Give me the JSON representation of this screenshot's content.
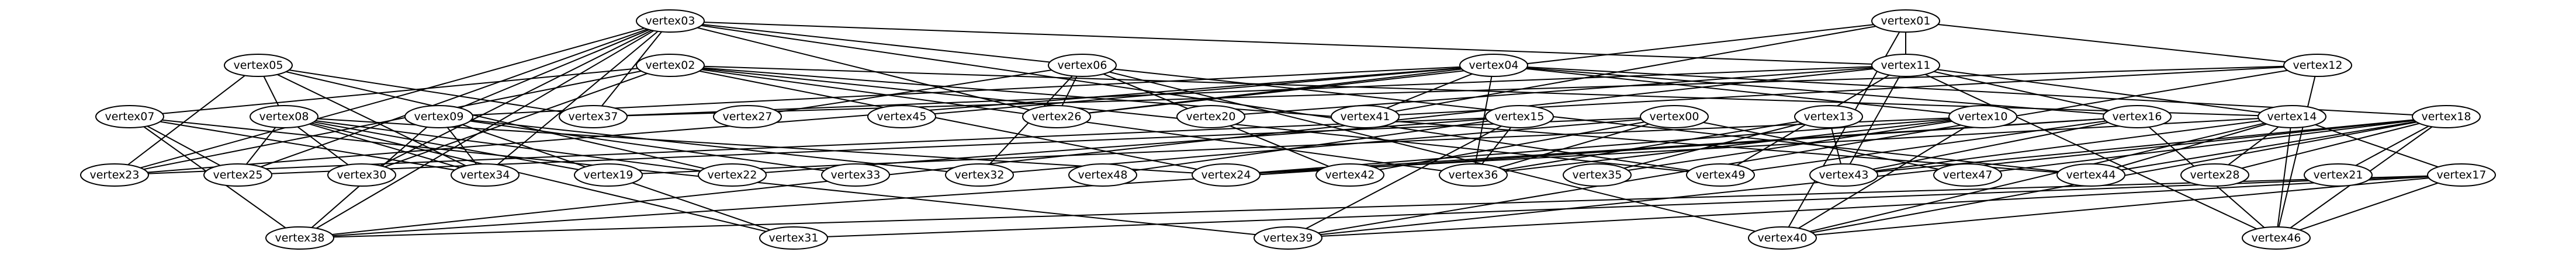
{
  "graph": {
    "directed": false,
    "nodes": [
      "vertex00",
      "vertex01",
      "vertex02",
      "vertex03",
      "vertex04",
      "vertex05",
      "vertex06",
      "vertex07",
      "vertex08",
      "vertex09",
      "vertex10",
      "vertex11",
      "vertex12",
      "vertex13",
      "vertex14",
      "vertex15",
      "vertex16",
      "vertex17",
      "vertex18",
      "vertex19",
      "vertex20",
      "vertex21",
      "vertex22",
      "vertex23",
      "vertex24",
      "vertex25",
      "vertex26",
      "vertex27",
      "vertex28",
      "vertex30",
      "vertex31",
      "vertex32",
      "vertex33",
      "vertex34",
      "vertex35",
      "vertex36",
      "vertex37",
      "vertex38",
      "vertex39",
      "vertex40",
      "vertex41",
      "vertex42",
      "vertex43",
      "vertex44",
      "vertex45",
      "vertex46",
      "vertex47",
      "vertex48",
      "vertex49"
    ],
    "edges": [
      [
        "vertex03",
        "vertex23"
      ],
      [
        "vertex03",
        "vertex25"
      ],
      [
        "vertex03",
        "vertex30"
      ],
      [
        "vertex03",
        "vertex37"
      ],
      [
        "vertex03",
        "vertex09"
      ],
      [
        "vertex03",
        "vertex11"
      ],
      [
        "vertex03",
        "vertex26"
      ],
      [
        "vertex03",
        "vertex44"
      ],
      [
        "vertex03",
        "vertex49"
      ],
      [
        "vertex03",
        "vertex38"
      ],
      [
        "vertex03",
        "vertex34"
      ],
      [
        "vertex01",
        "vertex11"
      ],
      [
        "vertex01",
        "vertex12"
      ],
      [
        "vertex01",
        "vertex41"
      ],
      [
        "vertex01",
        "vertex26"
      ],
      [
        "vertex01",
        "vertex40"
      ],
      [
        "vertex12",
        "vertex41"
      ],
      [
        "vertex12",
        "vertex39"
      ],
      [
        "vertex12",
        "vertex46"
      ],
      [
        "vertex12",
        "vertex37"
      ],
      [
        "vertex11",
        "vertex16"
      ],
      [
        "vertex11",
        "vertex14"
      ],
      [
        "vertex11",
        "vertex20"
      ],
      [
        "vertex11",
        "vertex38"
      ],
      [
        "vertex11",
        "vertex49"
      ],
      [
        "vertex11",
        "vertex46"
      ],
      [
        "vertex11",
        "vertex43"
      ],
      [
        "vertex11",
        "vertex37"
      ],
      [
        "vertex05",
        "vertex08"
      ],
      [
        "vertex05",
        "vertex34"
      ],
      [
        "vertex05",
        "vertex37"
      ],
      [
        "vertex05",
        "vertex23"
      ],
      [
        "vertex05",
        "vertex22"
      ],
      [
        "vertex02",
        "vertex07"
      ],
      [
        "vertex02",
        "vertex23"
      ],
      [
        "vertex02",
        "vertex36"
      ],
      [
        "vertex02",
        "vertex30"
      ],
      [
        "vertex02",
        "vertex24"
      ],
      [
        "vertex02",
        "vertex14"
      ],
      [
        "vertex02",
        "vertex44"
      ],
      [
        "vertex02",
        "vertex49"
      ],
      [
        "vertex06",
        "vertex27"
      ],
      [
        "vertex06",
        "vertex32"
      ],
      [
        "vertex06",
        "vertex42"
      ],
      [
        "vertex06",
        "vertex26"
      ],
      [
        "vertex06",
        "vertex40"
      ],
      [
        "vertex04",
        "vertex09"
      ],
      [
        "vertex04",
        "vertex26"
      ],
      [
        "vertex04",
        "vertex16"
      ],
      [
        "vertex04",
        "vertex45"
      ],
      [
        "vertex04",
        "vertex36"
      ],
      [
        "vertex04",
        "vertex10"
      ],
      [
        "vertex04",
        "vertex18"
      ],
      [
        "vertex04",
        "vertex41"
      ],
      [
        "vertex04",
        "vertex23"
      ],
      [
        "vertex07",
        "vertex25"
      ],
      [
        "vertex07",
        "vertex34"
      ],
      [
        "vertex07",
        "vertex38"
      ],
      [
        "vertex07",
        "vertex39"
      ],
      [
        "vertex08",
        "vertex25"
      ],
      [
        "vertex08",
        "vertex30"
      ],
      [
        "vertex08",
        "vertex34"
      ],
      [
        "vertex08",
        "vertex19"
      ],
      [
        "vertex08",
        "vertex22"
      ],
      [
        "vertex08",
        "vertex31"
      ],
      [
        "vertex08",
        "vertex24"
      ],
      [
        "vertex09",
        "vertex33"
      ],
      [
        "vertex09",
        "vertex32"
      ],
      [
        "vertex09",
        "vertex31"
      ],
      [
        "vertex09",
        "vertex38"
      ],
      [
        "vertex09",
        "vertex34"
      ],
      [
        "vertex15",
        "vertex23"
      ],
      [
        "vertex15",
        "vertex48"
      ],
      [
        "vertex15",
        "vertex36"
      ],
      [
        "vertex15",
        "vertex39"
      ],
      [
        "vertex15",
        "vertex22"
      ],
      [
        "vertex00",
        "vertex25"
      ],
      [
        "vertex00",
        "vertex36"
      ],
      [
        "vertex00",
        "vertex42"
      ],
      [
        "vertex00",
        "vertex32"
      ],
      [
        "vertex00",
        "vertex47"
      ],
      [
        "vertex13",
        "vertex35"
      ],
      [
        "vertex13",
        "vertex43"
      ],
      [
        "vertex13",
        "vertex36"
      ],
      [
        "vertex10",
        "vertex24"
      ],
      [
        "vertex10",
        "vertex35"
      ],
      [
        "vertex10",
        "vertex40"
      ],
      [
        "vertex10",
        "vertex36"
      ],
      [
        "vertex10",
        "vertex19"
      ],
      [
        "vertex16",
        "vertex49"
      ],
      [
        "vertex16",
        "vertex43"
      ],
      [
        "vertex16",
        "vertex38"
      ],
      [
        "vertex16",
        "vertex24"
      ],
      [
        "vertex16",
        "vertex46"
      ],
      [
        "vertex14",
        "vertex17"
      ],
      [
        "vertex14",
        "vertex43"
      ],
      [
        "vertex14",
        "vertex44"
      ],
      [
        "vertex14",
        "vertex46"
      ],
      [
        "vertex14",
        "vertex40"
      ],
      [
        "vertex14",
        "vertex28"
      ],
      [
        "vertex14",
        "vertex24"
      ],
      [
        "vertex17",
        "vertex38"
      ],
      [
        "vertex17",
        "vertex39"
      ],
      [
        "vertex17",
        "vertex40"
      ],
      [
        "vertex17",
        "vertex46"
      ],
      [
        "vertex17",
        "vertex31"
      ],
      [
        "vertex18",
        "vertex44"
      ],
      [
        "vertex18",
        "vertex28"
      ],
      [
        "vertex18",
        "vertex21"
      ],
      [
        "vertex18",
        "vertex46"
      ],
      [
        "vertex18",
        "vertex39"
      ],
      [
        "vertex18",
        "vertex47"
      ],
      [
        "vertex18",
        "vertex40"
      ],
      [
        "vertex18",
        "vertex43"
      ]
    ]
  }
}
